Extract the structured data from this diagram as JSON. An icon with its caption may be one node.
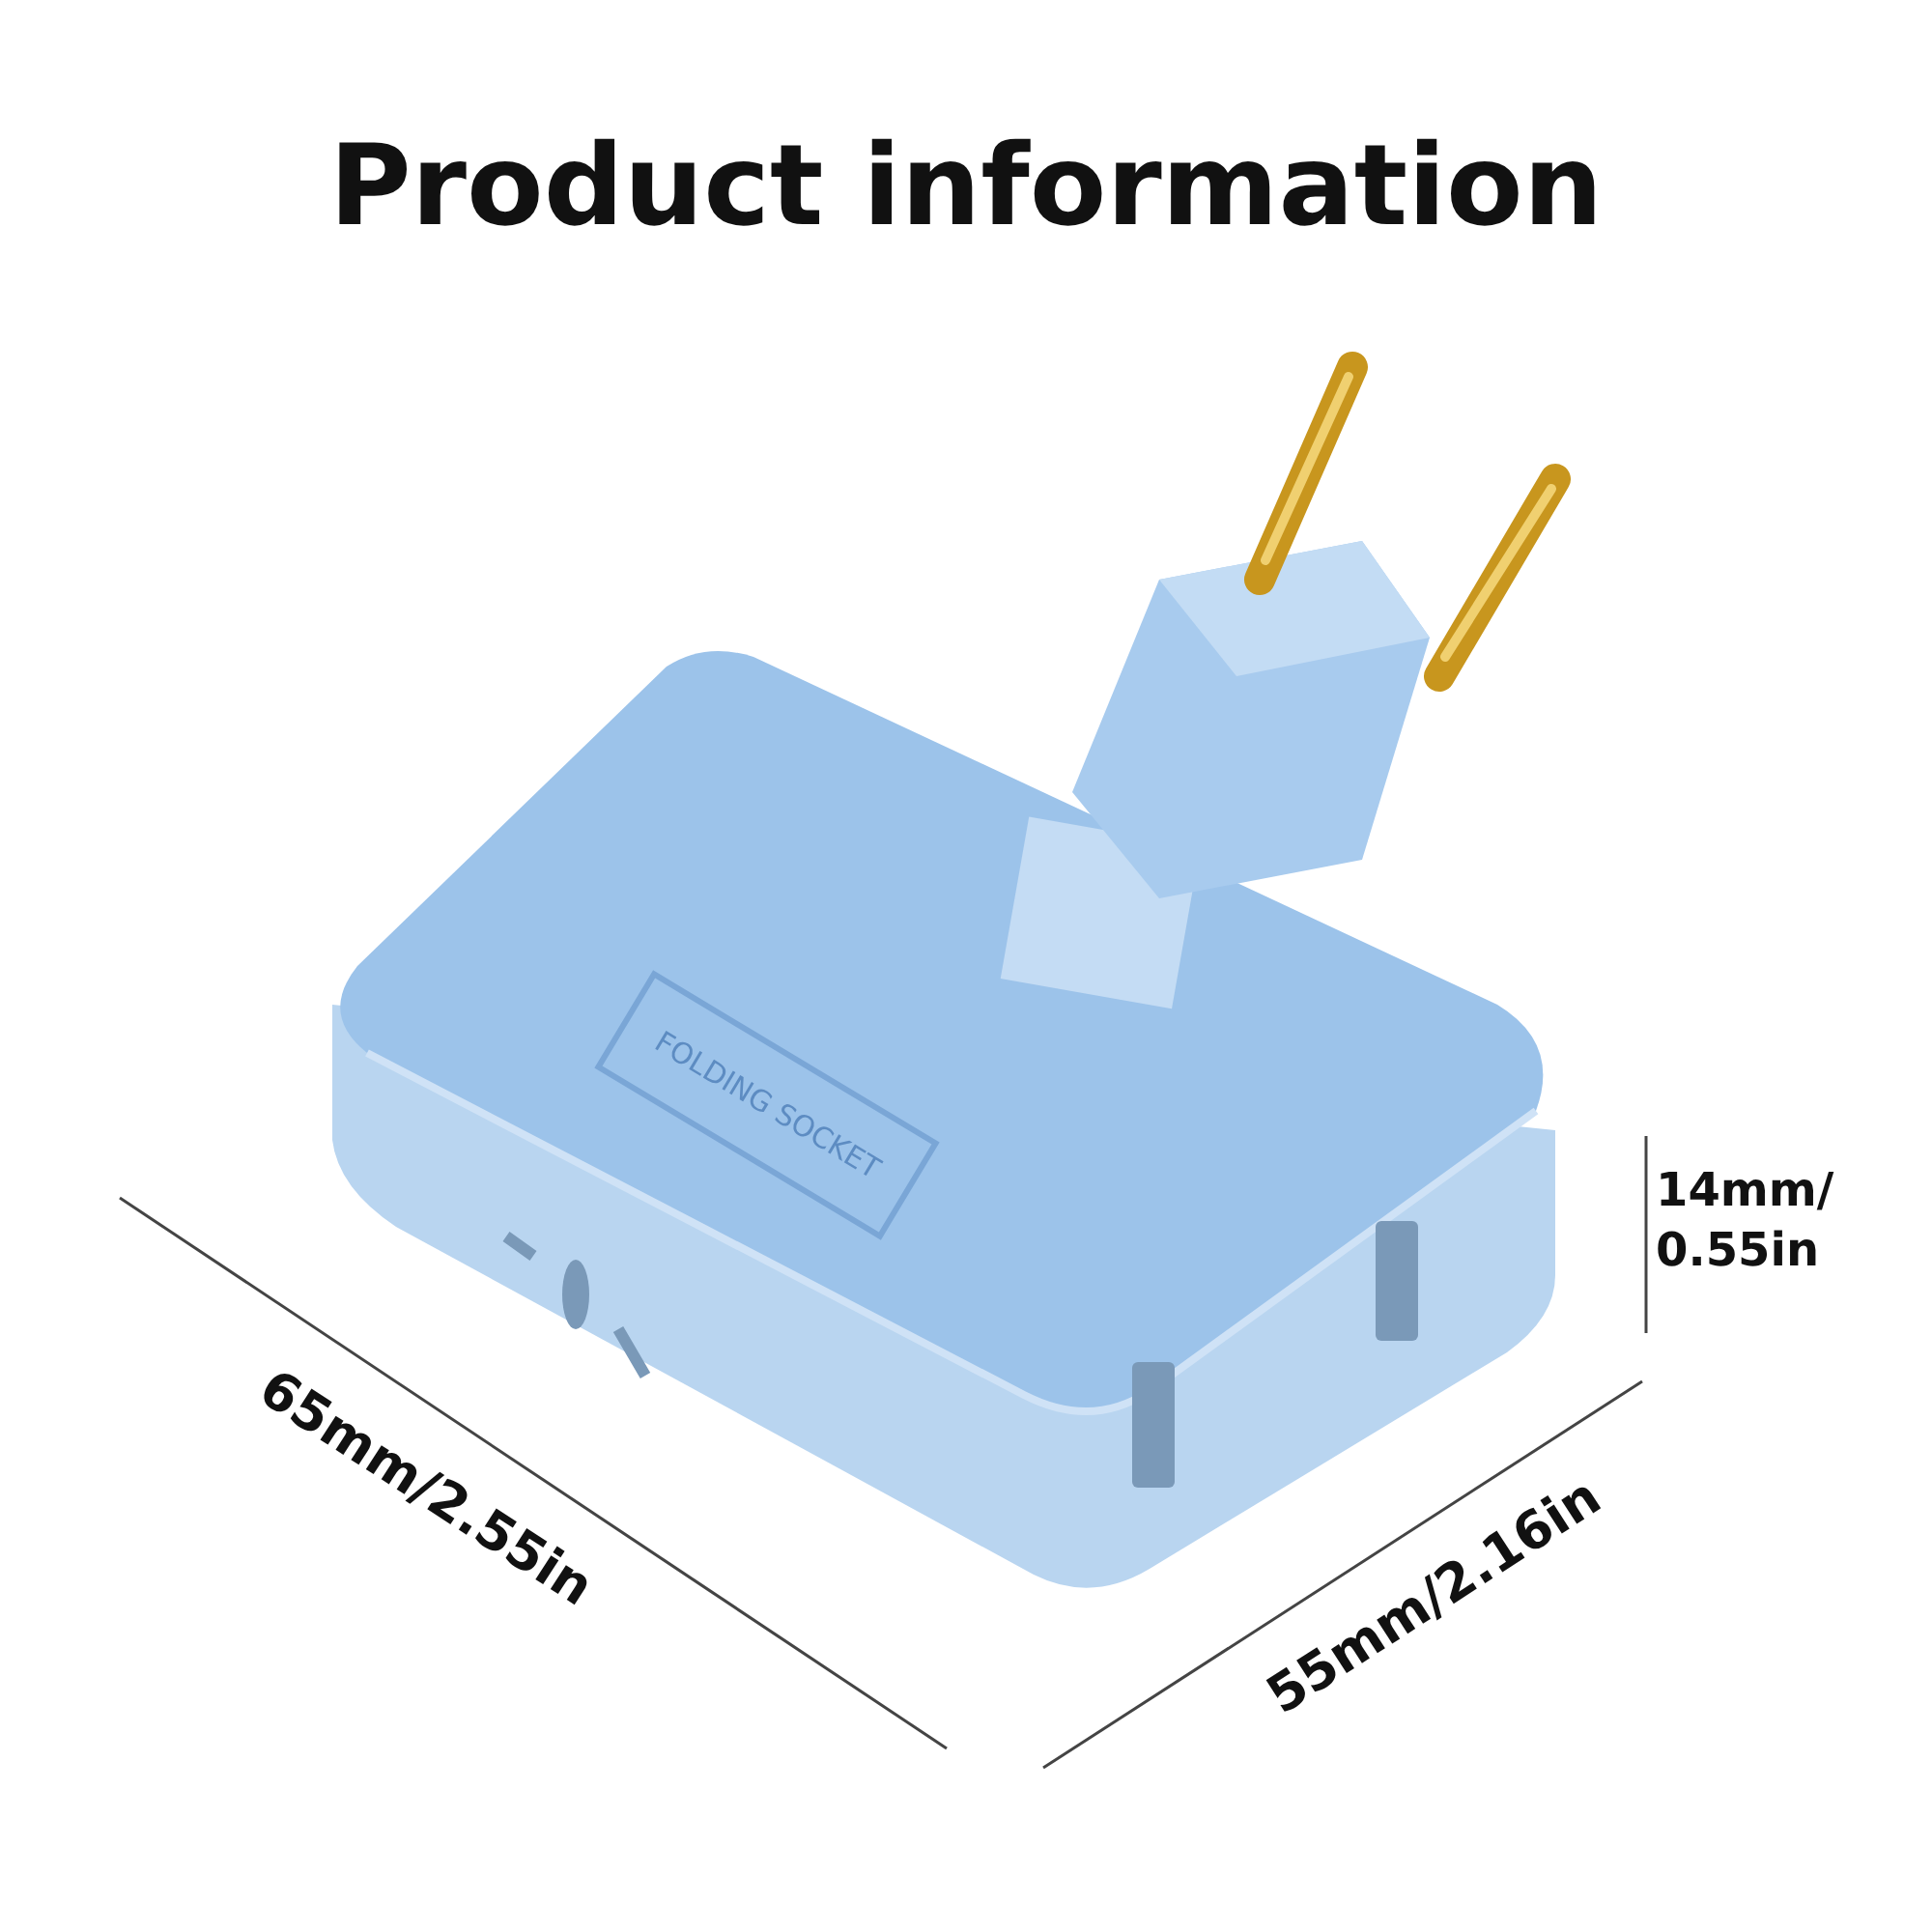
{
  "diagram": {
    "title": "Product information",
    "labels": [
      "FOLDING SOCKET",
      "14mm/ 0.55in",
      "65mm/2.55in",
      "55mm/2.16in"
    ]
  }
}
